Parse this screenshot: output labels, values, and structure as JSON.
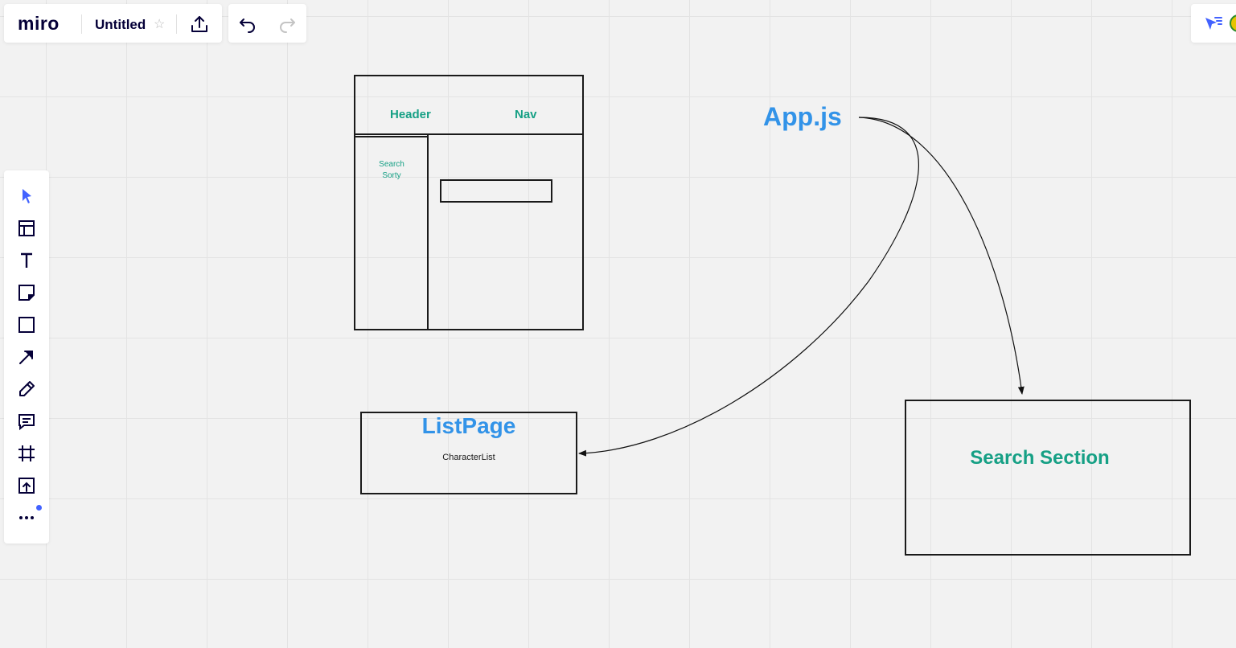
{
  "app": {
    "logo": "miro",
    "board_title": "Untitled"
  },
  "icons": {
    "star": "star-icon",
    "share": "share-icon",
    "undo": "undo-icon",
    "redo": "redo-icon",
    "cursor_filter": "cursor-filter-icon",
    "avatar": "avatar"
  },
  "toolbar": {
    "tools": [
      {
        "name": "select",
        "icon": "cursor-icon"
      },
      {
        "name": "templates",
        "icon": "template-icon"
      },
      {
        "name": "text",
        "icon": "text-icon"
      },
      {
        "name": "sticky-note",
        "icon": "sticky-note-icon"
      },
      {
        "name": "shape",
        "icon": "square-icon"
      },
      {
        "name": "connection-line",
        "icon": "arrow-icon"
      },
      {
        "name": "pen",
        "icon": "pen-icon"
      },
      {
        "name": "comment",
        "icon": "comment-icon"
      },
      {
        "name": "frame",
        "icon": "frame-icon"
      },
      {
        "name": "upload",
        "icon": "upload-icon"
      },
      {
        "name": "more",
        "icon": "more-icon"
      }
    ]
  },
  "canvas": {
    "wireframe": {
      "header_label": "Header",
      "nav_label": "Nav",
      "sidebar_line1": "Search",
      "sidebar_line2": "Sorty"
    },
    "app_js_label": "App.js",
    "list_page": {
      "title": "ListPage",
      "subtitle": "CharacterList"
    },
    "search_section": {
      "title": "Search Section"
    }
  },
  "colors": {
    "accent": "#4262ff",
    "teal_text": "#16a085",
    "blue_text": "#3293e8",
    "background": "#f2f2f2"
  }
}
